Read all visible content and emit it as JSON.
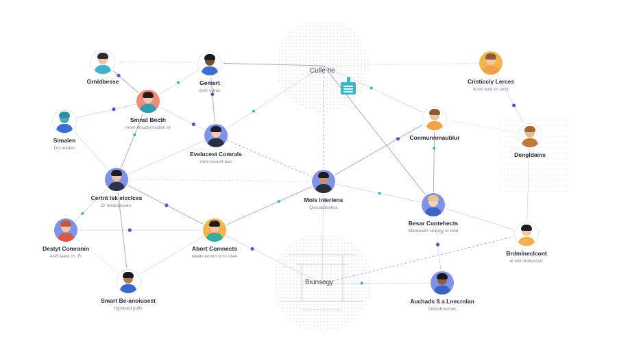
{
  "colors": {
    "edge": "#9aa6c4",
    "edge_light": "#c9d1e4",
    "dot_blue": "#4b5fc0",
    "dot_teal": "#2bb5c4",
    "cluster_dots": "#d3d7df",
    "accent_panel": "#3fb2c6"
  },
  "clusters": [
    {
      "id": "top",
      "label": "Culle he",
      "icon": "document-panel-icon"
    },
    {
      "id": "bottom",
      "label": "Biunsegy",
      "icon": ""
    }
  ],
  "nodes": [
    {
      "id": "n1",
      "title": "Grnldbesse",
      "subtitle": "",
      "ring": "#ffffff",
      "skin": "#f3c3a2",
      "hair": "#2b2a33",
      "shirt": "#3fb2c6"
    },
    {
      "id": "n2",
      "title": "Gemert",
      "subtitle": "exnr edrus",
      "ring": "#ffffff",
      "skin": "#7a4b36",
      "hair": "#1d1a1a",
      "shirt": "#3b6fd0"
    },
    {
      "id": "n3",
      "title": "Smnat Becth",
      "subtitle": "mner eluudlyrnudinn rlr",
      "ring": "#f08c78",
      "skin": "#f1c8b2",
      "hair": "#2a1f1c",
      "shirt": "#2f9fb2"
    },
    {
      "id": "n4",
      "title": "Simalen",
      "subtitle": "Dcl eastes",
      "ring": "#ffffff",
      "skin": "#4aa9b8",
      "hair": "#2e8fa2",
      "shirt": "#3c6dd4"
    },
    {
      "id": "n5",
      "title": "Evelucest Comrals",
      "subtitle": "onnt sesunt bas",
      "ring": "#7f93e8",
      "skin": "#f1c9b3",
      "hair": "#1f1d26",
      "shirt": "#283040"
    },
    {
      "id": "n6",
      "title": "Certnt lsk elcclces",
      "subtitle": "Dr lekosihunes:",
      "ring": "#7f93e8",
      "skin": "#f0c4a8",
      "hair": "#1e1b22",
      "shirt": "#2d3446"
    },
    {
      "id": "n7",
      "title": "Mols lnlerlens",
      "subtitle": "Qvsuibdswtiss",
      "ring": "#7f93e8",
      "skin": "#c98f6c",
      "hair": "#1d1a20",
      "shirt": "#2a2f3d"
    },
    {
      "id": "n8",
      "title": "Destyt Comranin",
      "subtitle": "ANS laesl ch. Fr",
      "ring": "#7f93e8",
      "skin": "#f4c5a6",
      "hair": "#c9563f",
      "shirt": "#d65a4a"
    },
    {
      "id": "n9",
      "title": "Abort Comnects",
      "subtitle": "uleets ccrorrl to ls rovel",
      "ring": "#f2b54e",
      "skin": "#f2c6a9",
      "hair": "#221d1e",
      "shirt": "#2fb0a0"
    },
    {
      "id": "n10",
      "title": "Smart Be-anoiusest",
      "subtitle": "Hgmleed puffs",
      "ring": "#ffffff",
      "skin": "#b07a58",
      "hair": "#1b1818",
      "shirt": "#3868c9"
    },
    {
      "id": "n11",
      "title": "Cristiccly Lerces",
      "subtitle": "le:ee aula es ulrut",
      "ring": "#f2b54e",
      "skin": "#f2c5a6",
      "hair": "#8a5a3a",
      "shirt": "#f0a24a"
    },
    {
      "id": "n12",
      "title": "Conmunnmaublur",
      "subtitle": "",
      "ring": "#ffffff",
      "skin": "#f0c2a1",
      "hair": "#8e5b34",
      "shirt": "#f0a444"
    },
    {
      "id": "n13",
      "title": "Dengldains",
      "subtitle": "",
      "ring": "#ffffff",
      "skin": "#e9b98f",
      "hair": "#a2683c",
      "shirt": "#c07a3a"
    },
    {
      "id": "n14",
      "title": "Besar Contehects",
      "subtitle": "Mandeatrl clourgy to bsld",
      "ring": "#7f93e8",
      "skin": "#f5d3b8",
      "hair": "#e8c58a",
      "shirt": "#3b63c8"
    },
    {
      "id": "n15",
      "title": "Brdmlneclcont",
      "subtitle": "el ieol crallucesrr",
      "ring": "#ffffff",
      "skin": "#f1c7a9",
      "hair": "#1e1b21",
      "shirt": "#f2b04e"
    },
    {
      "id": "n16",
      "title": "Auchads ß a Lnecrnlan",
      "subtitle": "Cdendruscces",
      "ring": "#7f93e8",
      "skin": "#8f5c43",
      "hair": "#1a1718",
      "shirt": "#3a62c7"
    }
  ],
  "edges": [
    [
      "n1",
      "n3"
    ],
    [
      "n1",
      "n2"
    ],
    [
      "n2",
      "n3"
    ],
    [
      "n2",
      "top"
    ],
    [
      "n3",
      "n5"
    ],
    [
      "n3",
      "n4"
    ],
    [
      "n3",
      "n6"
    ],
    [
      "n4",
      "n6"
    ],
    [
      "n4",
      "n3"
    ],
    [
      "n5",
      "n7"
    ],
    [
      "n5",
      "top"
    ],
    [
      "n5",
      "n6"
    ],
    [
      "n6",
      "n9"
    ],
    [
      "n6",
      "n7"
    ],
    [
      "n6",
      "n8"
    ],
    [
      "n6",
      "n10"
    ],
    [
      "n8",
      "n9"
    ],
    [
      "n8",
      "n10"
    ],
    [
      "n9",
      "n7"
    ],
    [
      "n9",
      "n10"
    ],
    [
      "n9",
      "bottom"
    ],
    [
      "n7",
      "top"
    ],
    [
      "n7",
      "n14"
    ],
    [
      "n7",
      "bottom"
    ],
    [
      "n7",
      "n12"
    ],
    [
      "top",
      "n11"
    ],
    [
      "top",
      "n12"
    ],
    [
      "top",
      "n14"
    ],
    [
      "n11",
      "n13"
    ],
    [
      "n12",
      "n13"
    ],
    [
      "n12",
      "n14"
    ],
    [
      "n14",
      "n15"
    ],
    [
      "n14",
      "n16"
    ],
    [
      "n15",
      "bottom"
    ],
    [
      "n16",
      "bottom"
    ],
    [
      "n13",
      "n15"
    ],
    [
      "n2",
      "n5"
    ],
    [
      "n8",
      "n6"
    ]
  ]
}
